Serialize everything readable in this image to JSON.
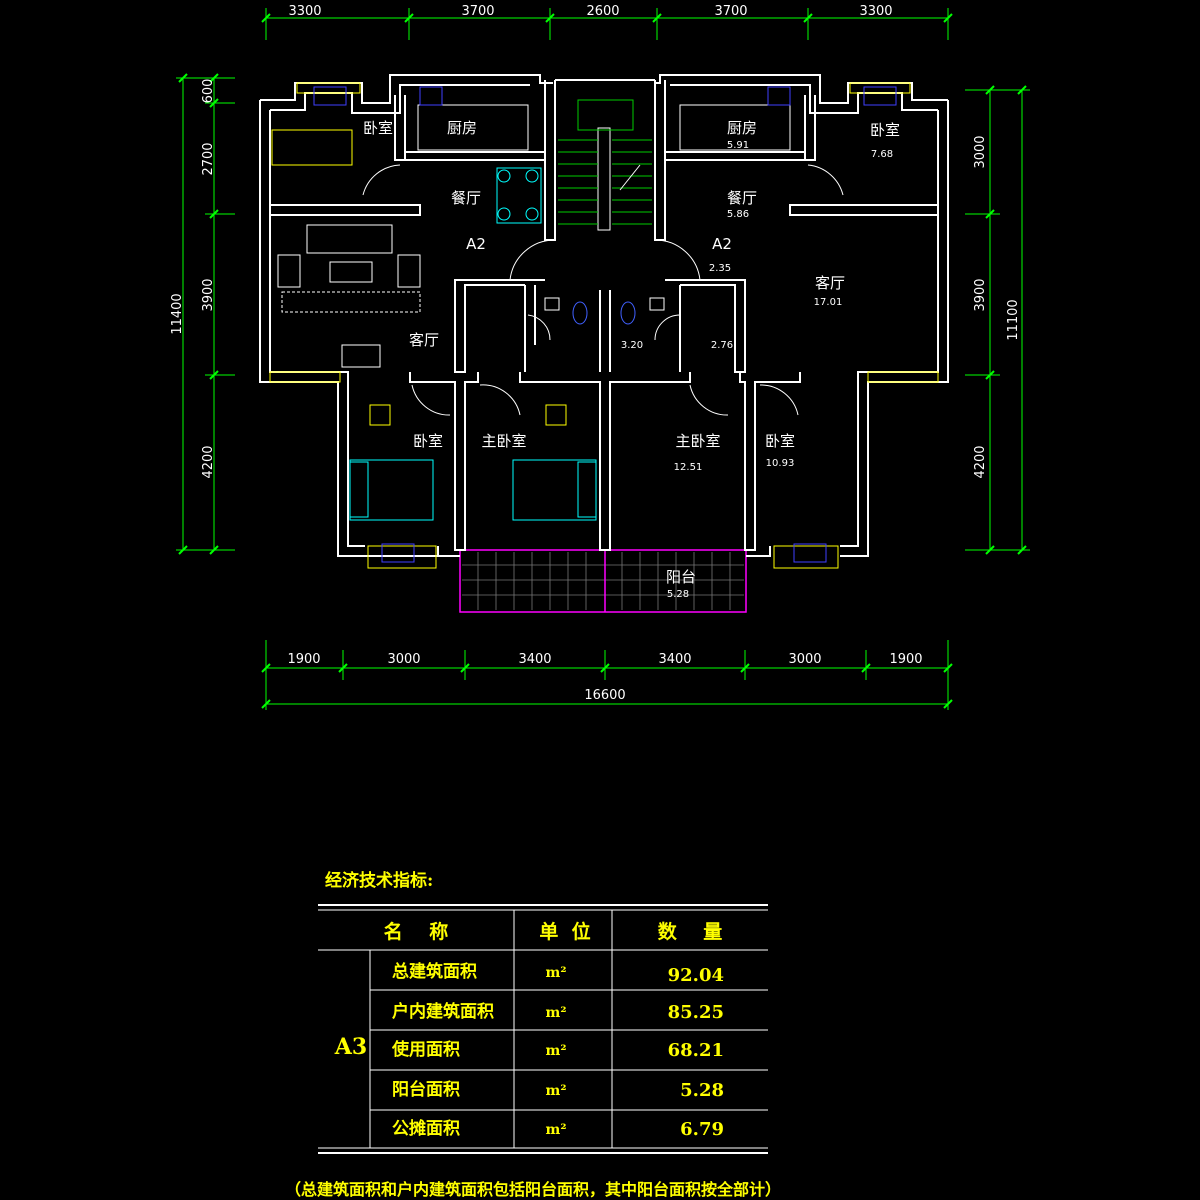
{
  "dimensions": {
    "top": [
      "3300",
      "3700",
      "2600",
      "3700",
      "3300"
    ],
    "bottom": [
      "1900",
      "3000",
      "3400",
      "3400",
      "3000",
      "1900"
    ],
    "total": "16600",
    "left": [
      "600",
      "2700",
      "3900",
      "4200"
    ],
    "left_total": "11400",
    "right": [
      "3000",
      "3900",
      "4200"
    ],
    "right_total": "11100"
  },
  "rooms": {
    "bedroom": "卧室",
    "kitchen": "厨房",
    "dining": "餐厅",
    "living": "客厅",
    "master": "主卧室",
    "balcony": "阳台",
    "unit": "A2"
  },
  "areas": {
    "kitchen_r": "5.91",
    "bedroom_r": "7.68",
    "dining_r": "5.86",
    "hall": "2.35",
    "living_r": "17.01",
    "bath_l": "3.20",
    "bath_r": "2.76",
    "master_r": "12.51",
    "bedroom_r2": "10.93",
    "balcony": "5.28"
  },
  "table": {
    "title": "经济技术指标:",
    "headers": [
      "名    称",
      "单  位",
      "数    量"
    ],
    "type": "A3",
    "rows": [
      {
        "name": "总建筑面积",
        "unit": "m²",
        "value": "92.04"
      },
      {
        "name": "户内建筑面积",
        "unit": "m²",
        "value": "85.25"
      },
      {
        "name": "使用面积",
        "unit": "m²",
        "value": "68.21"
      },
      {
        "name": "阳台面积",
        "unit": "m²",
        "value": "5.28"
      },
      {
        "name": "公摊面积",
        "unit": "m²",
        "value": "6.79"
      }
    ],
    "note": "（总建筑面积和户内建筑面积包括阳台面积，其中阳台面积按全部计）"
  },
  "colors": {
    "background": "#000000",
    "wall": "#ffffff",
    "dimension": "#00ff00",
    "table_text": "#ffff00",
    "furniture": "#00ffff",
    "balcony": "#ff00ff",
    "window": "#ffff00"
  }
}
